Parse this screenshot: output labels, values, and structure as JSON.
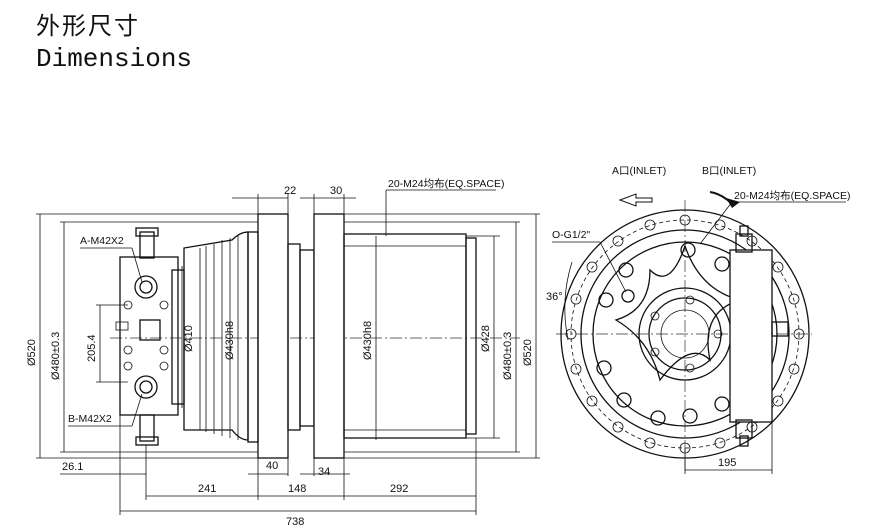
{
  "title": {
    "cn": "外形尺寸",
    "en": "Dimensions"
  },
  "labels": {
    "port_a_thread": "A-M42X2",
    "port_b_thread": "B-M42X2",
    "bolt_pattern_top": "20-M24均布(EQ.SPACE)",
    "bolt_pattern_side": "20-M24均布(EQ.SPACE)",
    "drain_port": "O-G1/2\"",
    "inlet_a": "A口(INLET)",
    "inlet_b": "B口(INLET)",
    "angle": "36°"
  },
  "dimensions": {
    "d520_left": "Ø520",
    "d480_left": "Ø480±0.3",
    "d205": "205.4",
    "d410": "Ø410",
    "d430h8_a": "Ø430h8",
    "d430h8_b": "Ø430h8",
    "d428": "Ø428",
    "d480_right": "Ø480±0.3",
    "d520_right": "Ø520",
    "w22": "22",
    "w30": "30",
    "w40": "40",
    "w34": "34",
    "w26": "26.1",
    "w241": "241",
    "w148": "148",
    "w292": "292",
    "w738": "738",
    "w195": "195"
  },
  "colors": {
    "line": "#111111",
    "background": "#ffffff"
  }
}
